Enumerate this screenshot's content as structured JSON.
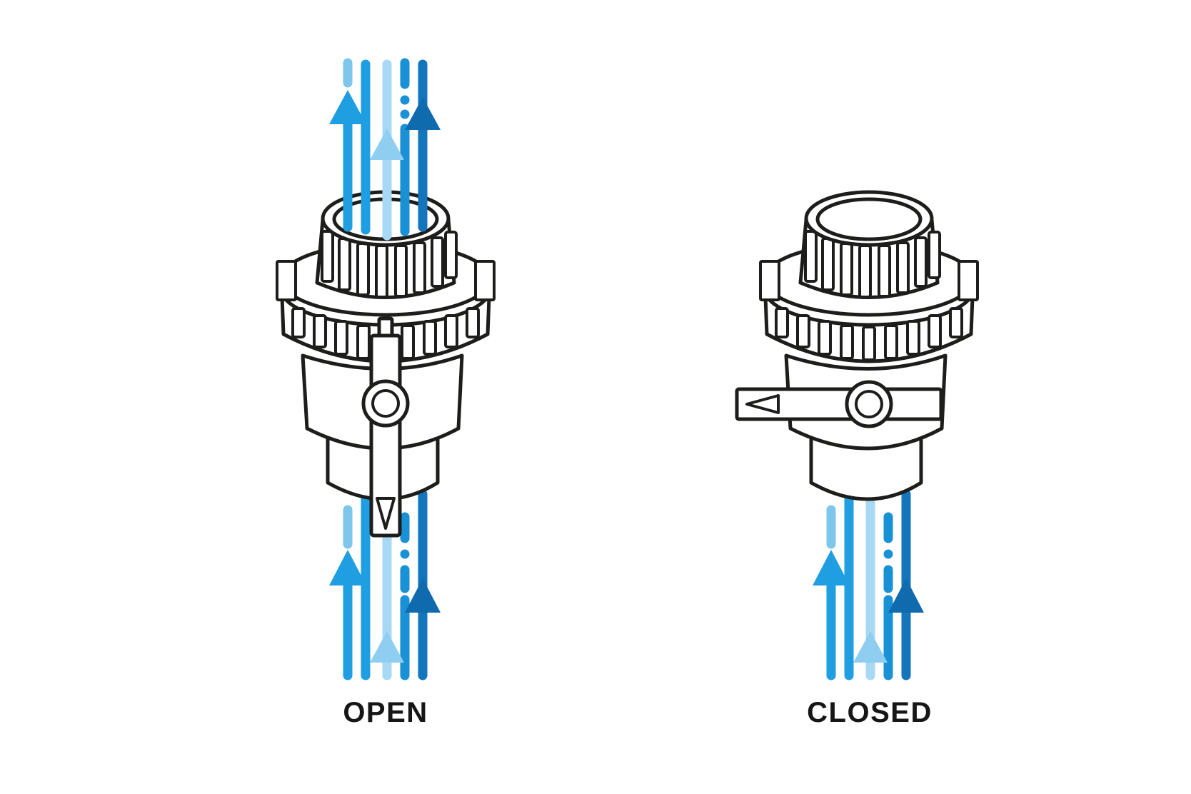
{
  "figures": {
    "open": {
      "label": "OPEN",
      "state": "open",
      "handle_orientation": "vertical",
      "flow": "passing-through"
    },
    "closed": {
      "label": "CLOSED",
      "state": "closed",
      "handle_orientation": "horizontal",
      "flow": "blocked-below-valve"
    }
  },
  "icons": {
    "flow_arrow": "up-arrow",
    "handle_indicator_open": "down-pointing-triangle",
    "handle_indicator_closed": "left-pointing-triangle"
  },
  "palette": {
    "background": "#FFFFFF",
    "outline": "#1D1D1B",
    "label_color": "#161616",
    "flow_light": "#7FC6EC",
    "flow_bright": "#1F9EE2",
    "flow_pale": "#A7D9F4",
    "flow_pale_arrow": "#8FCEF0",
    "flow_medium": "#1991D6",
    "flow_dark_line": "#1375BC",
    "flow_dark_arrow": "#0F6AAE"
  }
}
